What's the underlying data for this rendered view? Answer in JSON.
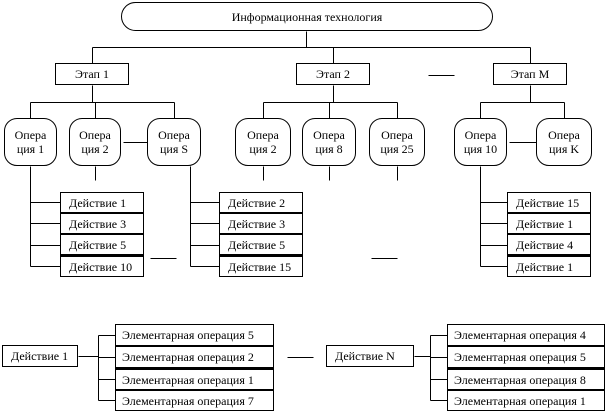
{
  "root": "Информационная технология",
  "stages": [
    {
      "id": "s1",
      "label": "Этап 1"
    },
    {
      "id": "s2",
      "label": "Этап 2"
    },
    {
      "id": "sM",
      "label": "Этап M"
    }
  ],
  "operations": {
    "s1": [
      {
        "id": "o11",
        "line1": "Опера",
        "line2": "ция 1"
      },
      {
        "id": "o12",
        "line1": "Опера",
        "line2": "ция 2"
      },
      {
        "id": "o1S",
        "line1": "Опера",
        "line2": "ция S"
      }
    ],
    "s2": [
      {
        "id": "o22",
        "line1": "Опера",
        "line2": "ция 2"
      },
      {
        "id": "o28",
        "line1": "Опера",
        "line2": "ция 8"
      },
      {
        "id": "o225",
        "line1": "Опера",
        "line2": "ция 25"
      }
    ],
    "sM": [
      {
        "id": "oM10",
        "line1": "Опера",
        "line2": "ция 10"
      },
      {
        "id": "oMK",
        "line1": "Опера",
        "line2": "ция K"
      }
    ]
  },
  "action_groups": [
    {
      "id": "a1",
      "items": [
        "Действие 1",
        "Действие 3",
        "Действие 5",
        "Действие 10"
      ]
    },
    {
      "id": "a2",
      "items": [
        "Действие 2",
        "Действие 3",
        "Действие 5",
        "Действие 15"
      ]
    },
    {
      "id": "a3",
      "items": [
        "Действие 15",
        "Действие 1",
        "Действие 4",
        "Действие 1"
      ]
    }
  ],
  "decomposition": [
    {
      "id": "d1",
      "action": "Действие 1",
      "items": [
        "Элементарная операция 5",
        "Элементарная операция 2",
        "Элементарная операция 1",
        "Элементарная операция 7"
      ]
    },
    {
      "id": "dN",
      "action": "Действие N",
      "items": [
        "Элементарная операция 4",
        "Элементарная операция 5",
        "Элементарная операция 8",
        "Элементарная операция 1"
      ]
    }
  ]
}
